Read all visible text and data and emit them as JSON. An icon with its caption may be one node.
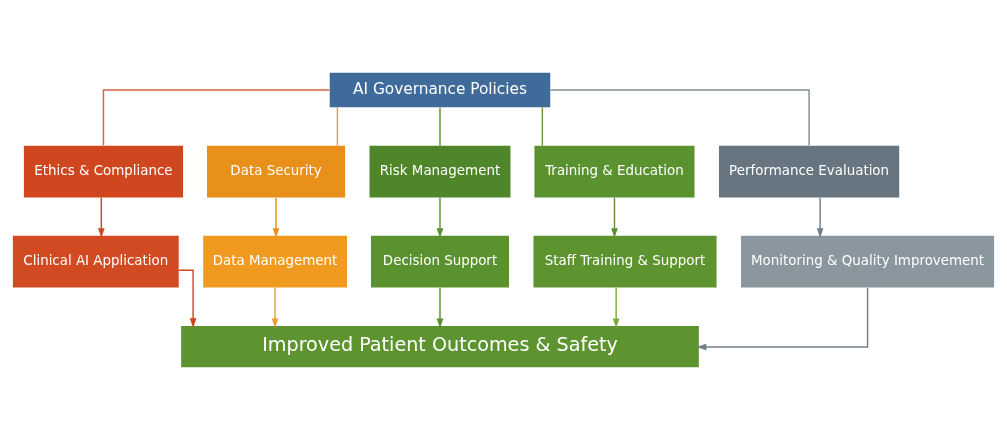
{
  "diagram": {
    "nodes": [
      {
        "text": [
          "AI Governance Policies"
        ]
      },
      {
        "text": [
          "Ethics & Compliance"
        ]
      },
      {
        "text": [
          "Data Security"
        ]
      },
      {
        "text": [
          "Risk Management"
        ]
      },
      {
        "text": [
          "Training & Education"
        ]
      },
      {
        "text": [
          "Performance Evaluation"
        ]
      },
      {
        "text": [
          "Clinical AI Application"
        ]
      },
      {
        "text": [
          "Data Management"
        ]
      },
      {
        "text": [
          "Decision Support"
        ]
      },
      {
        "text": [
          "Staff Training & Support"
        ]
      },
      {
        "text": [
          "Monitoring & Quality Improvement"
        ]
      },
      {
        "text": [
          "Improved Patient Outcomes & Safety"
        ]
      }
    ],
    "edges": [
      {
        "from": 0,
        "to": 1,
        "arrow": "none",
        "color": "#d9603a"
      },
      {
        "from": 0,
        "to": 2,
        "arrow": "none",
        "color": "#eaa040"
      },
      {
        "from": 0,
        "to": 3,
        "arrow": "none",
        "color": "#5e8f2e"
      },
      {
        "from": 0,
        "to": 4,
        "arrow": "none",
        "color": "#6a9a33"
      },
      {
        "from": 0,
        "to": 5,
        "arrow": "none",
        "color": "#7f8c95"
      },
      {
        "from": 1,
        "to": 6,
        "arrow": "to",
        "color": "#d0461f"
      },
      {
        "from": 2,
        "to": 7,
        "arrow": "to",
        "color": "#e8901a"
      },
      {
        "from": 3,
        "to": 8,
        "arrow": "to",
        "color": "#5e8f2e"
      },
      {
        "from": 4,
        "to": 9,
        "arrow": "to",
        "color": "#5e8f2e"
      },
      {
        "from": 5,
        "to": 10,
        "arrow": "to",
        "color": "#6f7f8a"
      },
      {
        "from": 6,
        "to": 11,
        "arrow": "to",
        "color": "#d0461f"
      },
      {
        "from": 7,
        "to": 11,
        "arrow": "to",
        "color": "#e8a030"
      },
      {
        "from": 8,
        "to": 11,
        "arrow": "to",
        "color": "#5e8f2e"
      },
      {
        "from": 9,
        "to": 11,
        "arrow": "to",
        "color": "#7aab40"
      },
      {
        "from": 10,
        "to": 11,
        "arrow": "to",
        "color": "#6f7f8a"
      }
    ]
  }
}
